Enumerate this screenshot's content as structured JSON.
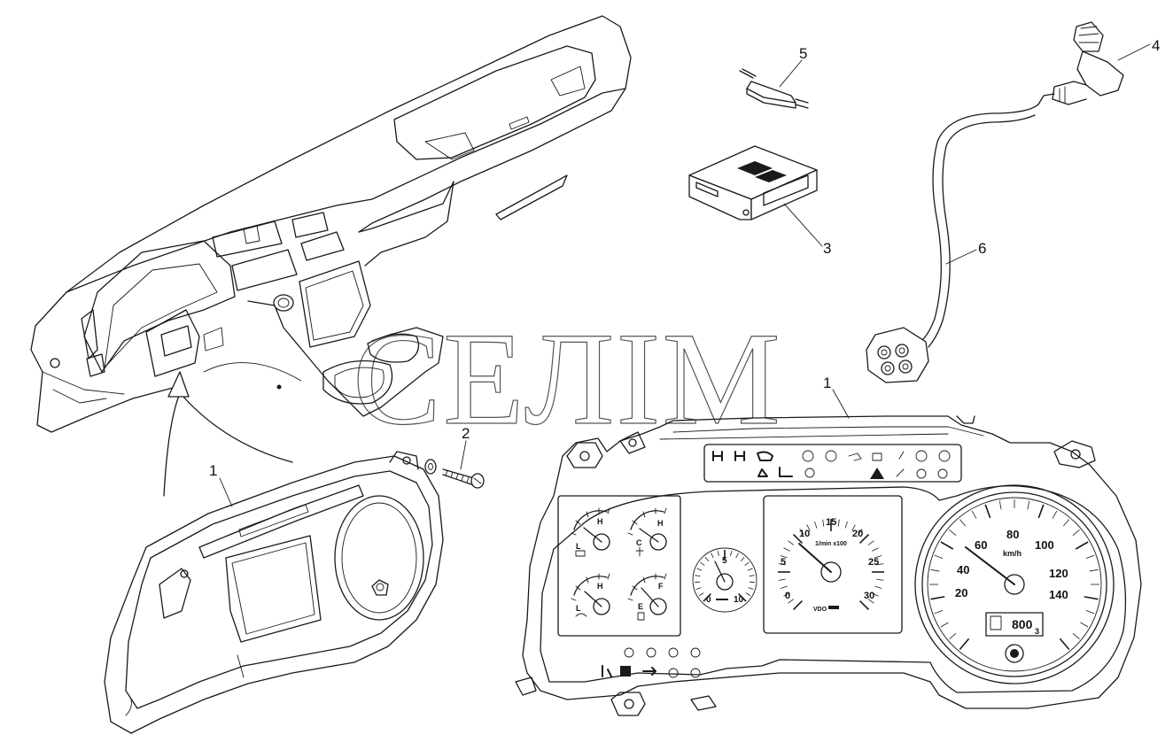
{
  "watermark": "СЕЛІМ",
  "callouts": {
    "c1a": "1",
    "c1b": "1",
    "c2": "2",
    "c3": "3",
    "c4": "4",
    "c5": "5",
    "c6": "6"
  },
  "gauges": {
    "tacho_unit": "1/min x100",
    "tacho_scale": [
      "0",
      "5",
      "10",
      "15",
      "20",
      "25",
      "30"
    ],
    "speedo_unit": "km/h",
    "speedo_scale": [
      "20",
      "40",
      "60",
      "80",
      "100",
      "120",
      "140"
    ],
    "small_dial_scale": [
      "0",
      "5",
      "10"
    ],
    "brand": "VDO",
    "odometer": "800",
    "trip_digit": "3",
    "mini_labels": [
      "H",
      "L",
      "H",
      "C",
      "H",
      "L",
      "F",
      "E"
    ]
  }
}
